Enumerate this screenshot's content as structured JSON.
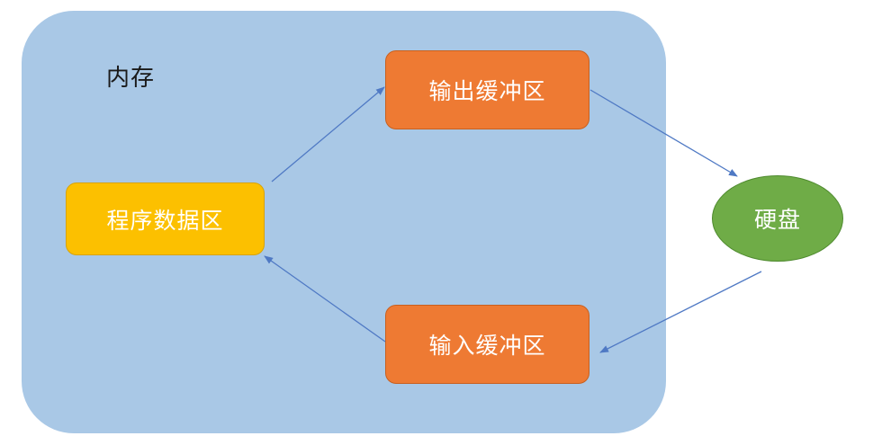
{
  "diagram": {
    "memory_label": "内存",
    "program_data_area": "程序数据区",
    "output_buffer": "输出缓冲区",
    "input_buffer": "输入缓冲区",
    "disk": "硬盘"
  },
  "colors": {
    "memory_fill": "#a9c8e6",
    "program_fill": "#fcc000",
    "buffer_fill": "#ee7a33",
    "disk_fill": "#6fac47",
    "arrow": "#4f79c4"
  }
}
